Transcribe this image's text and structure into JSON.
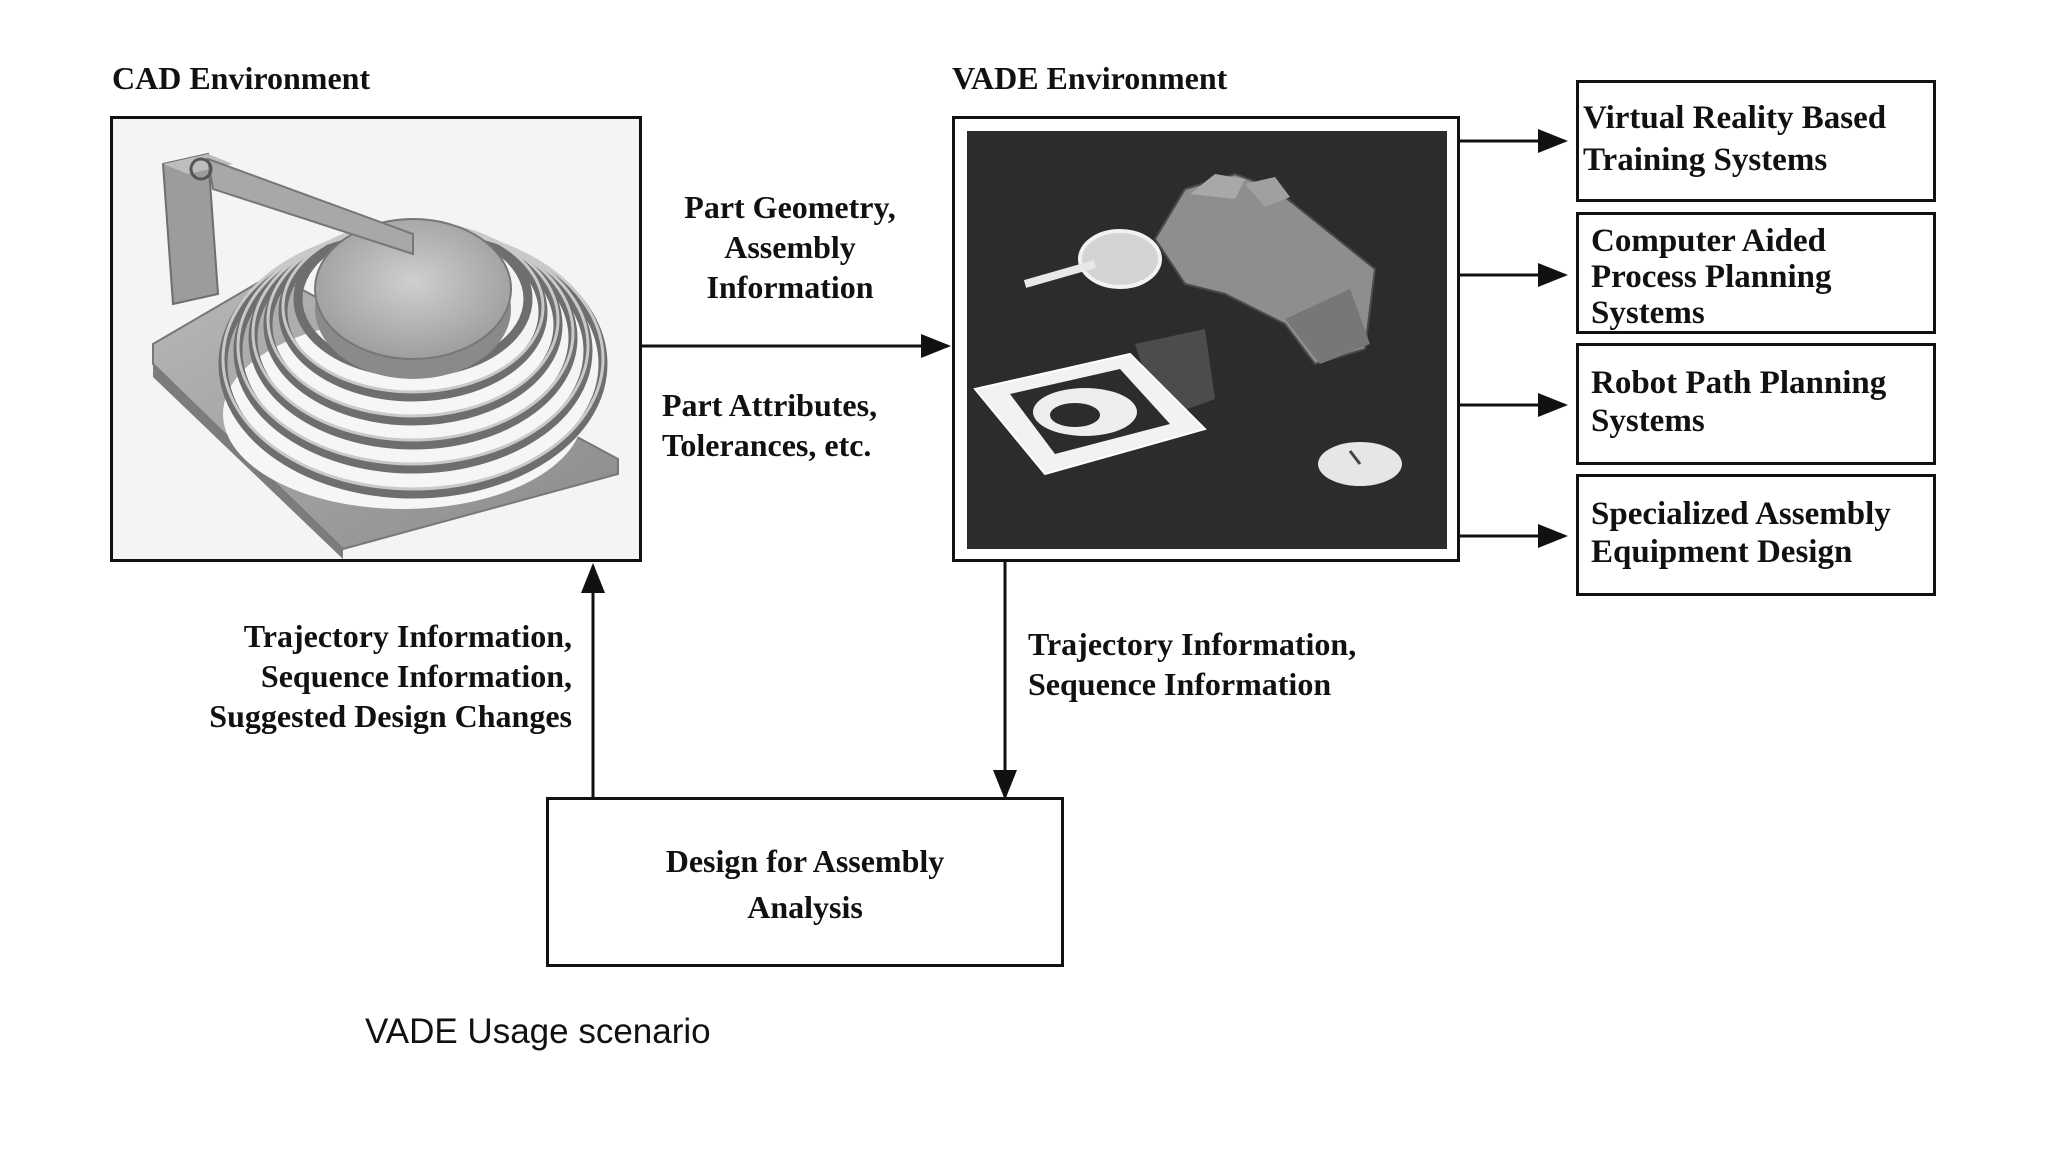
{
  "cad": {
    "title": "CAD Environment"
  },
  "vade": {
    "title": "VADE Environment"
  },
  "flows": {
    "to_vade_top": [
      "Part Geometry,",
      "Assembly",
      "Information"
    ],
    "to_vade_bottom": [
      "Part Attributes,",
      "Tolerances,  etc."
    ],
    "vade_to_dfa": [
      "Trajectory Information,",
      "Sequence Information"
    ],
    "dfa_to_cad": [
      "Trajectory Information,",
      "Sequence Information,",
      "Suggested Design Changes"
    ]
  },
  "dfa": {
    "lines": [
      "Design for Assembly",
      "Analysis"
    ]
  },
  "outputs": [
    {
      "lines": [
        "Virtual Reality Based",
        "Training Systems"
      ]
    },
    {
      "lines": [
        "Computer Aided",
        "Process Planning",
        "Systems"
      ]
    },
    {
      "lines": [
        "Robot Path Planning",
        "Systems"
      ]
    },
    {
      "lines": [
        "Specialized Assembly",
        "Equipment Design"
      ]
    }
  ],
  "caption": "VADE  Usage scenario"
}
